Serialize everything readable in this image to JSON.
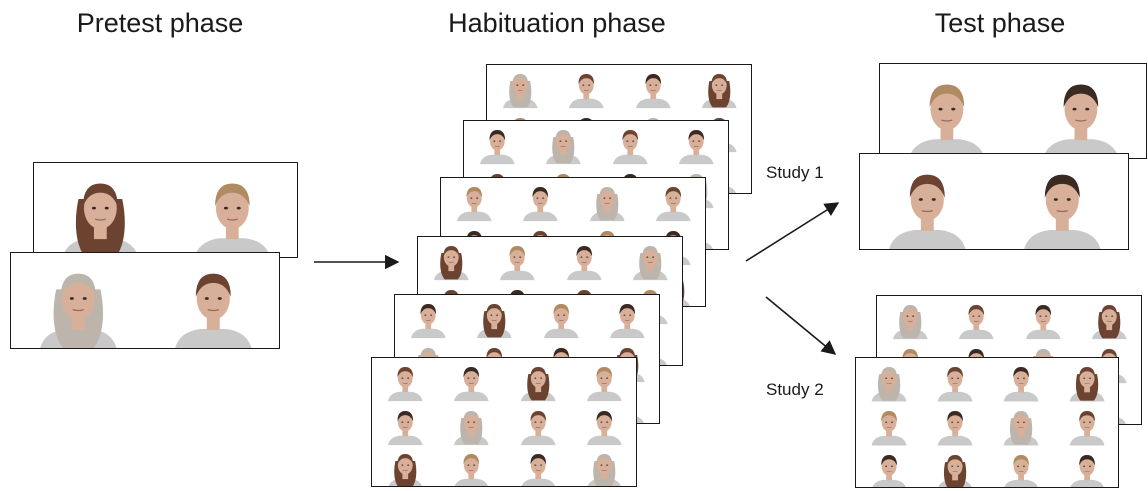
{
  "phases": {
    "pretest": "Pretest phase",
    "habituation": "Habituation phase",
    "test": "Test phase"
  },
  "studies": {
    "study1": "Study 1",
    "study2": "Study 2"
  },
  "colors": {
    "skin": "#d8b09a",
    "shirt": "#c9c9c9",
    "hair_dark": "#3b2a22",
    "hair_brown": "#6b4330",
    "hair_light": "#b08a60",
    "hair_gray": "#bdb5ab",
    "line": "#1a1a1a"
  },
  "icons": {
    "face": "face-photo-icon",
    "arrow": "arrow-icon"
  }
}
